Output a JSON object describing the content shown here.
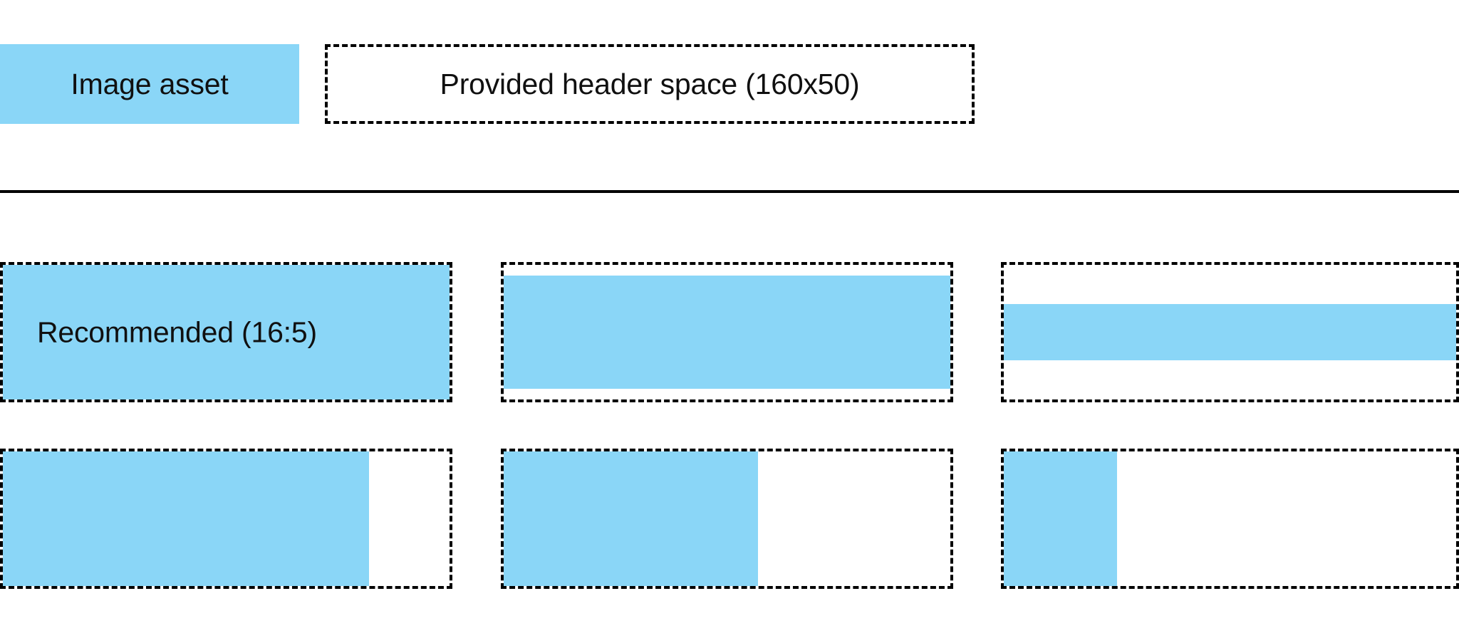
{
  "colors": {
    "fill": "#8ad6f7",
    "outline": "#000000",
    "text": "#101010",
    "background": "#ffffff"
  },
  "header": {
    "asset_chip_label": "Image asset",
    "header_space_label": "Provided header space (160x50)"
  },
  "grid": {
    "rows": [
      {
        "name": "recommended-row",
        "cells": [
          {
            "label": "Recommended (16:5)",
            "fill_width_pct": 100,
            "fill_height_pct": 100,
            "fill_top_pct": 0
          },
          {
            "label": "",
            "fill_width_pct": 100,
            "fill_height_pct": 84,
            "fill_top_pct": 8
          },
          {
            "label": "",
            "fill_width_pct": 100,
            "fill_height_pct": 42,
            "fill_top_pct": 29
          }
        ]
      },
      {
        "name": "narrow-row",
        "cells": [
          {
            "label": "",
            "fill_width_pct": 82,
            "fill_height_pct": 100,
            "fill_top_pct": 0
          },
          {
            "label": "",
            "fill_width_pct": 57,
            "fill_height_pct": 100,
            "fill_top_pct": 0
          },
          {
            "label": "",
            "fill_width_pct": 25,
            "fill_height_pct": 100,
            "fill_top_pct": 0
          }
        ]
      }
    ]
  }
}
